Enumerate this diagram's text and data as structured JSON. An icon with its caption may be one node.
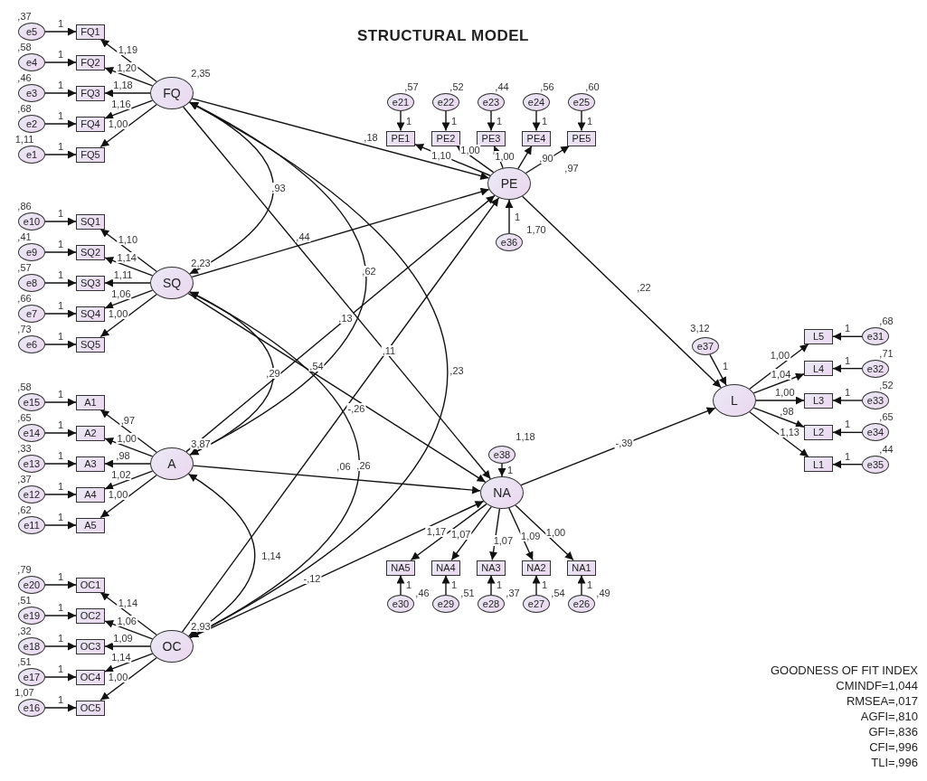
{
  "diagram": {
    "title": "STRUCTURAL MODEL",
    "nodes": [
      {
        "text": [
          "FQ"
        ],
        "beside": [
          "2,35"
        ]
      },
      {
        "text": [
          "FQ1"
        ]
      },
      {
        "text": [
          "FQ2"
        ]
      },
      {
        "text": [
          "FQ3"
        ]
      },
      {
        "text": [
          "FQ4"
        ]
      },
      {
        "text": [
          "FQ5"
        ]
      },
      {
        "text": [
          "SQ"
        ],
        "beside": [
          "2,23"
        ]
      },
      {
        "text": [
          "SQ1"
        ]
      },
      {
        "text": [
          "SQ2"
        ]
      },
      {
        "text": [
          "SQ3"
        ]
      },
      {
        "text": [
          "SQ4"
        ]
      },
      {
        "text": [
          "SQ5"
        ]
      },
      {
        "text": [
          "A"
        ],
        "beside": [
          "3,87"
        ]
      },
      {
        "text": [
          "A1"
        ]
      },
      {
        "text": [
          "A2"
        ]
      },
      {
        "text": [
          "A3"
        ]
      },
      {
        "text": [
          "A4"
        ]
      },
      {
        "text": [
          "A5"
        ]
      },
      {
        "text": [
          "OC"
        ],
        "beside": [
          "2,93"
        ]
      },
      {
        "text": [
          "OC1"
        ]
      },
      {
        "text": [
          "OC2"
        ]
      },
      {
        "text": [
          "OC3"
        ]
      },
      {
        "text": [
          "OC4"
        ]
      },
      {
        "text": [
          "OC5"
        ]
      },
      {
        "text": [
          "PE"
        ]
      },
      {
        "text": [
          "PE1"
        ]
      },
      {
        "text": [
          "PE2"
        ]
      },
      {
        "text": [
          "PE3"
        ]
      },
      {
        "text": [
          "PE4"
        ]
      },
      {
        "text": [
          "PE5"
        ]
      },
      {
        "text": [
          "NA"
        ]
      },
      {
        "text": [
          "NA5"
        ]
      },
      {
        "text": [
          "NA4"
        ]
      },
      {
        "text": [
          "NA3"
        ]
      },
      {
        "text": [
          "NA2"
        ]
      },
      {
        "text": [
          "NA1"
        ]
      },
      {
        "text": [
          "L"
        ]
      },
      {
        "text": [
          "L5"
        ]
      },
      {
        "text": [
          "L4"
        ]
      },
      {
        "text": [
          "L3"
        ]
      },
      {
        "text": [
          "L2"
        ]
      },
      {
        "text": [
          "L1"
        ]
      },
      {
        "text": [
          "e5"
        ],
        "beside": [
          ",37"
        ]
      },
      {
        "text": [
          "e4"
        ],
        "beside": [
          ",58"
        ]
      },
      {
        "text": [
          "e3"
        ],
        "beside": [
          ",46"
        ]
      },
      {
        "text": [
          "e2"
        ],
        "beside": [
          ",68"
        ]
      },
      {
        "text": [
          "e1"
        ],
        "beside": [
          "1,11"
        ]
      },
      {
        "text": [
          "e10"
        ],
        "beside": [
          ",86"
        ]
      },
      {
        "text": [
          "e9"
        ],
        "beside": [
          ",41"
        ]
      },
      {
        "text": [
          "e8"
        ],
        "beside": [
          ",57"
        ]
      },
      {
        "text": [
          "e7"
        ],
        "beside": [
          ",66"
        ]
      },
      {
        "text": [
          "e6"
        ],
        "beside": [
          ",73"
        ]
      },
      {
        "text": [
          "e15"
        ],
        "beside": [
          ",58"
        ]
      },
      {
        "text": [
          "e14"
        ],
        "beside": [
          ",65"
        ]
      },
      {
        "text": [
          "e13"
        ],
        "beside": [
          ",33"
        ]
      },
      {
        "text": [
          "e12"
        ],
        "beside": [
          ",37"
        ]
      },
      {
        "text": [
          "e11"
        ],
        "beside": [
          ",62"
        ]
      },
      {
        "text": [
          "e20"
        ],
        "beside": [
          ",79"
        ]
      },
      {
        "text": [
          "e19"
        ],
        "beside": [
          ",51"
        ]
      },
      {
        "text": [
          "e18"
        ],
        "beside": [
          ",32"
        ]
      },
      {
        "text": [
          "e17"
        ],
        "beside": [
          ",51"
        ]
      },
      {
        "text": [
          "e16"
        ],
        "beside": [
          "1,07"
        ]
      },
      {
        "text": [
          "e21"
        ],
        "beside": [
          ",57"
        ]
      },
      {
        "text": [
          "e22"
        ],
        "beside": [
          ",52"
        ]
      },
      {
        "text": [
          "e23"
        ],
        "beside": [
          ",44"
        ]
      },
      {
        "text": [
          "e24"
        ],
        "beside": [
          ",56"
        ]
      },
      {
        "text": [
          "e25"
        ],
        "beside": [
          ",60"
        ]
      },
      {
        "text": [
          "e36"
        ],
        "beside": [
          "1,70"
        ]
      },
      {
        "text": [
          "e30"
        ],
        "beside": [
          ",46"
        ]
      },
      {
        "text": [
          "e29"
        ],
        "beside": [
          ",51"
        ]
      },
      {
        "text": [
          "e28"
        ],
        "beside": [
          ",37"
        ]
      },
      {
        "text": [
          "e27"
        ],
        "beside": [
          ",54"
        ]
      },
      {
        "text": [
          "e26"
        ],
        "beside": [
          ",49"
        ]
      },
      {
        "text": [
          "e37"
        ],
        "beside": [
          "3,12"
        ]
      },
      {
        "text": [
          "e31"
        ],
        "beside": [
          ",68"
        ]
      },
      {
        "text": [
          "e32"
        ],
        "beside": [
          ",71"
        ]
      },
      {
        "text": [
          "e33"
        ],
        "beside": [
          ",52"
        ]
      },
      {
        "text": [
          "e34"
        ],
        "beside": [
          ",65"
        ]
      },
      {
        "text": [
          "e35"
        ],
        "beside": [
          ",44"
        ]
      },
      {
        "text": [
          "e38"
        ],
        "beside": [
          "1,18"
        ]
      }
    ],
    "edges": [
      {
        "from": 0,
        "to": 1,
        "arrow": "to",
        "label": "1,19"
      },
      {
        "from": 0,
        "to": 2,
        "arrow": "to",
        "label": "1,20"
      },
      {
        "from": 0,
        "to": 3,
        "arrow": "to",
        "label": "1,18"
      },
      {
        "from": 0,
        "to": 4,
        "arrow": "to",
        "label": "1,16"
      },
      {
        "from": 0,
        "to": 5,
        "arrow": "to",
        "label": "1,00"
      },
      {
        "from": 6,
        "to": 7,
        "arrow": "to",
        "label": "1,10"
      },
      {
        "from": 6,
        "to": 8,
        "arrow": "to",
        "label": "1,14"
      },
      {
        "from": 6,
        "to": 9,
        "arrow": "to",
        "label": "1,11"
      },
      {
        "from": 6,
        "to": 10,
        "arrow": "to",
        "label": "1,06"
      },
      {
        "from": 6,
        "to": 11,
        "arrow": "to",
        "label": "1,00"
      },
      {
        "from": 12,
        "to": 13,
        "arrow": "to",
        "label": ",97"
      },
      {
        "from": 12,
        "to": 14,
        "arrow": "to",
        "label": "1,00"
      },
      {
        "from": 12,
        "to": 15,
        "arrow": "to",
        "label": ",98"
      },
      {
        "from": 12,
        "to": 16,
        "arrow": "to",
        "label": "1,02"
      },
      {
        "from": 12,
        "to": 17,
        "arrow": "to",
        "label": "1,00"
      },
      {
        "from": 18,
        "to": 19,
        "arrow": "to",
        "label": "1,14"
      },
      {
        "from": 18,
        "to": 20,
        "arrow": "to",
        "label": "1,06"
      },
      {
        "from": 18,
        "to": 21,
        "arrow": "to",
        "label": "1,09"
      },
      {
        "from": 18,
        "to": 22,
        "arrow": "to",
        "label": "1,14"
      },
      {
        "from": 18,
        "to": 23,
        "arrow": "to",
        "label": "1,00"
      },
      {
        "from": 24,
        "to": 25,
        "arrow": "to",
        "label": "1,10"
      },
      {
        "from": 24,
        "to": 26,
        "arrow": "to",
        "label": "1,00"
      },
      {
        "from": 24,
        "to": 27,
        "arrow": "to",
        "label": "1,00"
      },
      {
        "from": 24,
        "to": 28,
        "arrow": "to",
        "label": ",90"
      },
      {
        "from": 24,
        "to": 29,
        "arrow": "to",
        "label": ",97"
      },
      {
        "from": 30,
        "to": 31,
        "arrow": "to",
        "label": "1,17"
      },
      {
        "from": 30,
        "to": 32,
        "arrow": "to",
        "label": "1,07"
      },
      {
        "from": 30,
        "to": 33,
        "arrow": "to",
        "label": "1,07"
      },
      {
        "from": 30,
        "to": 34,
        "arrow": "to",
        "label": "1,09"
      },
      {
        "from": 30,
        "to": 35,
        "arrow": "to",
        "label": "1,00"
      },
      {
        "from": 36,
        "to": 37,
        "arrow": "to",
        "label": "1,00"
      },
      {
        "from": 36,
        "to": 38,
        "arrow": "to",
        "label": "1,04"
      },
      {
        "from": 36,
        "to": 39,
        "arrow": "to",
        "label": "1,00"
      },
      {
        "from": 36,
        "to": 40,
        "arrow": "to",
        "label": ",98"
      },
      {
        "from": 36,
        "to": 41,
        "arrow": "to",
        "label": "1,13"
      },
      {
        "from": 42,
        "to": 1,
        "arrow": "to",
        "label": "1"
      },
      {
        "from": 43,
        "to": 2,
        "arrow": "to",
        "label": "1"
      },
      {
        "from": 44,
        "to": 3,
        "arrow": "to",
        "label": "1"
      },
      {
        "from": 45,
        "to": 4,
        "arrow": "to",
        "label": "1"
      },
      {
        "from": 46,
        "to": 5,
        "arrow": "to",
        "label": "1"
      },
      {
        "from": 47,
        "to": 7,
        "arrow": "to",
        "label": "1"
      },
      {
        "from": 48,
        "to": 8,
        "arrow": "to",
        "label": "1"
      },
      {
        "from": 49,
        "to": 9,
        "arrow": "to",
        "label": "1"
      },
      {
        "from": 50,
        "to": 10,
        "arrow": "to",
        "label": "1"
      },
      {
        "from": 51,
        "to": 11,
        "arrow": "to",
        "label": "1"
      },
      {
        "from": 52,
        "to": 13,
        "arrow": "to",
        "label": "1"
      },
      {
        "from": 53,
        "to": 14,
        "arrow": "to",
        "label": "1"
      },
      {
        "from": 54,
        "to": 15,
        "arrow": "to",
        "label": "1"
      },
      {
        "from": 55,
        "to": 16,
        "arrow": "to",
        "label": "1"
      },
      {
        "from": 56,
        "to": 17,
        "arrow": "to",
        "label": "1"
      },
      {
        "from": 57,
        "to": 19,
        "arrow": "to",
        "label": "1"
      },
      {
        "from": 58,
        "to": 20,
        "arrow": "to",
        "label": "1"
      },
      {
        "from": 59,
        "to": 21,
        "arrow": "to",
        "label": "1"
      },
      {
        "from": 60,
        "to": 22,
        "arrow": "to",
        "label": "1"
      },
      {
        "from": 61,
        "to": 23,
        "arrow": "to",
        "label": "1"
      },
      {
        "from": 62,
        "to": 25,
        "arrow": "to",
        "label": "1"
      },
      {
        "from": 63,
        "to": 26,
        "arrow": "to",
        "label": "1"
      },
      {
        "from": 64,
        "to": 27,
        "arrow": "to",
        "label": "1"
      },
      {
        "from": 65,
        "to": 28,
        "arrow": "to",
        "label": "1"
      },
      {
        "from": 66,
        "to": 29,
        "arrow": "to",
        "label": "1"
      },
      {
        "from": 67,
        "to": 24,
        "arrow": "to",
        "label": "1"
      },
      {
        "from": 68,
        "to": 31,
        "arrow": "to",
        "label": "1"
      },
      {
        "from": 69,
        "to": 32,
        "arrow": "to",
        "label": "1"
      },
      {
        "from": 70,
        "to": 33,
        "arrow": "to",
        "label": "1"
      },
      {
        "from": 71,
        "to": 34,
        "arrow": "to",
        "label": "1"
      },
      {
        "from": 72,
        "to": 35,
        "arrow": "to",
        "label": "1"
      },
      {
        "from": 73,
        "to": 36,
        "arrow": "to",
        "label": "1"
      },
      {
        "from": 74,
        "to": 37,
        "arrow": "to",
        "label": "1"
      },
      {
        "from": 75,
        "to": 38,
        "arrow": "to",
        "label": "1"
      },
      {
        "from": 76,
        "to": 39,
        "arrow": "to",
        "label": "1"
      },
      {
        "from": 77,
        "to": 40,
        "arrow": "to",
        "label": "1"
      },
      {
        "from": 78,
        "to": 41,
        "arrow": "to",
        "label": "1"
      },
      {
        "from": 79,
        "to": 30,
        "arrow": "to",
        "label": "1"
      },
      {
        "from": 0,
        "to": 24,
        "arrow": "to",
        "label": ",18"
      },
      {
        "from": 6,
        "to": 24,
        "arrow": "to",
        "label": ",44"
      },
      {
        "from": 12,
        "to": 24,
        "arrow": "to",
        "label": ",13"
      },
      {
        "from": 18,
        "to": 24,
        "arrow": "to",
        "label": "-,26"
      },
      {
        "from": 0,
        "to": 30,
        "arrow": "to",
        "label": ",11"
      },
      {
        "from": 6,
        "to": 30,
        "arrow": "to",
        "label": ",54"
      },
      {
        "from": 12,
        "to": 30,
        "arrow": "to",
        "label": ",06"
      },
      {
        "from": 18,
        "to": 30,
        "arrow": "to",
        "label": "-,12"
      },
      {
        "from": 24,
        "to": 36,
        "arrow": "to",
        "label": ",22"
      },
      {
        "from": 30,
        "to": 36,
        "arrow": "to",
        "label": "-,39"
      },
      {
        "from": 0,
        "to": 6,
        "arrow": "both",
        "label": ",93"
      },
      {
        "from": 0,
        "to": 12,
        "arrow": "both",
        "label": ",62"
      },
      {
        "from": 0,
        "to": 18,
        "arrow": "both",
        "label": ",23"
      },
      {
        "from": 6,
        "to": 12,
        "arrow": "both",
        "label": ",29"
      },
      {
        "from": 6,
        "to": 18,
        "arrow": "both",
        "label": ",26"
      },
      {
        "from": 12,
        "to": 18,
        "arrow": "both",
        "label": "1,14"
      }
    ],
    "labels": [
      "GOODNESS OF FIT INDEX",
      "CMINDF=1,044",
      "RMSEA=,017",
      "AGFI=,810",
      "GFI=,836",
      "CFI=,996",
      "TLI=,996"
    ]
  }
}
